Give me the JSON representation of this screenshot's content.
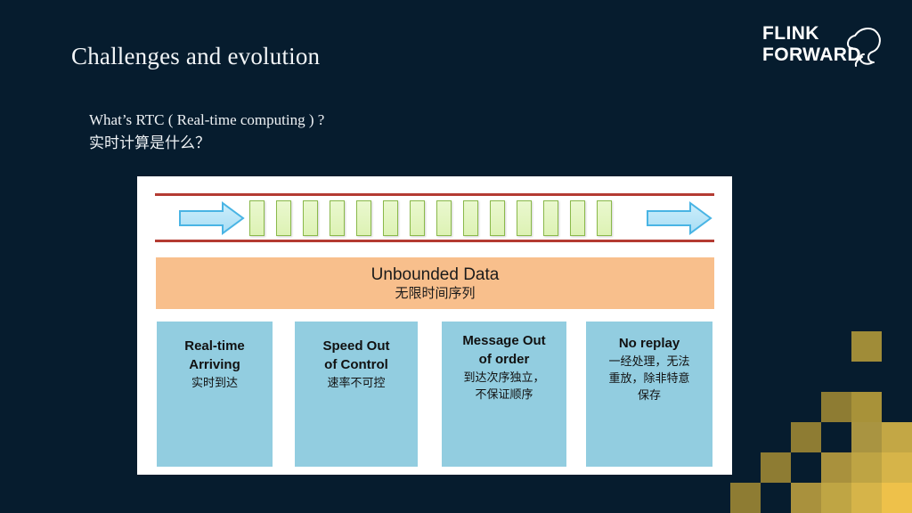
{
  "slide": {
    "title": "Challenges and evolution",
    "background_color": "#061c2e"
  },
  "logo": {
    "line1": "FLINK",
    "line2": "FORWARD",
    "icon": "squirrel-icon"
  },
  "question": {
    "english": "What’s RTC ( Real-time computing ) ?",
    "chinese": "实时计算是什么？"
  },
  "diagram": {
    "stream": {
      "left_arrow": "arrow-right-icon",
      "right_arrow": "arrow-right-icon",
      "rail_color": "#b43b32",
      "event_count": 14,
      "event_color": "#ddf2b4"
    },
    "banner": {
      "english": "Unbounded Data",
      "chinese": "无限时间序列",
      "color": "#f8bf8c"
    },
    "cards_color": "#92cde0",
    "cards": [
      {
        "english": "Real-time\nArriving",
        "chinese": "实时到达"
      },
      {
        "english": "Speed Out\nof Control",
        "chinese": "速率不可控"
      },
      {
        "english": "Message Out\nof order",
        "chinese": "到达次序独立，\n不保证顺序"
      },
      {
        "english": "No replay",
        "chinese": "一经处理，无法\n重放，除非特意\n保存"
      }
    ]
  },
  "decoration": {
    "name": "gold-checkerboard",
    "cell": 34,
    "colors": [
      "#8e7c33",
      "#a08c38",
      "#b2993f",
      "#c3a745",
      "#d3b34b",
      "#e5be4f",
      "#eec14a"
    ],
    "cells": [
      {
        "col": 5,
        "row": 0,
        "color": "#a08c38"
      },
      {
        "col": 4,
        "row": 2,
        "color": "#8e7c33"
      },
      {
        "col": 5,
        "row": 2,
        "color": "#a89239"
      },
      {
        "col": 3,
        "row": 3,
        "color": "#8e7c33"
      },
      {
        "col": 5,
        "row": 3,
        "color": "#a99441"
      },
      {
        "col": 6,
        "row": 3,
        "color": "#c3a745"
      },
      {
        "col": 2,
        "row": 4,
        "color": "#8e7c33"
      },
      {
        "col": 4,
        "row": 4,
        "color": "#a9913d"
      },
      {
        "col": 5,
        "row": 4,
        "color": "#bea444"
      },
      {
        "col": 6,
        "row": 4,
        "color": "#d6b449"
      },
      {
        "col": 1,
        "row": 5,
        "color": "#8e7c33"
      },
      {
        "col": 3,
        "row": 5,
        "color": "#a9913d"
      },
      {
        "col": 4,
        "row": 5,
        "color": "#bfa544"
      },
      {
        "col": 5,
        "row": 5,
        "color": "#d6b449"
      },
      {
        "col": 6,
        "row": 5,
        "color": "#eec14a"
      }
    ]
  }
}
